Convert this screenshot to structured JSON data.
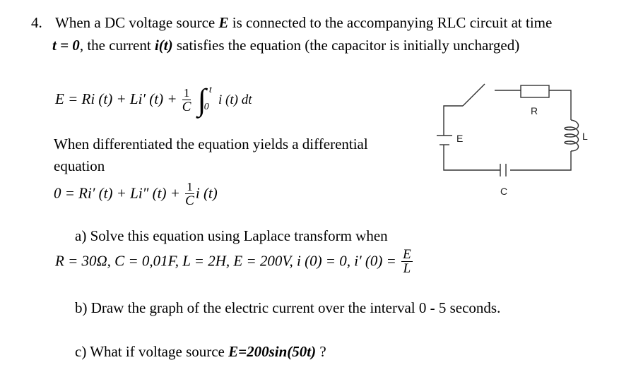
{
  "problem": {
    "number": "4.",
    "intro_line1_a": "When a DC voltage source ",
    "source_symbol": "E",
    "intro_line1_b": " is connected to the accompanying RLC circuit at time",
    "t_eq": "t = 0",
    "intro_line2_a": ", the current ",
    "current_symbol": "i(t)",
    "intro_line2_b": " satisfies the equation (the capacitor is initially uncharged)"
  },
  "equation1": {
    "lhs": "E = Ri (t) + Li′ (t) +",
    "frac_num": "1",
    "frac_den": "C",
    "integral": "∫",
    "upper_limit": "t",
    "lower_limit": "0",
    "integrand": "i (t) dt"
  },
  "differentiated_text": {
    "line1": "When differentiated the equation yields a differential",
    "line2": "equation"
  },
  "equation2": {
    "lhs": "0 = Ri′ (t) + Li″ (t) +",
    "frac_num": "1",
    "frac_den": "C",
    "rhs": "i (t)"
  },
  "part_a": {
    "label": "a)",
    "text": "Solve this equation using Laplace transform when",
    "values": "R = 30Ω, C = 0,01F, L = 2H, E = 200V, i (0) = 0, i′ (0) =",
    "frac_num": "E",
    "frac_den": "L"
  },
  "part_b": {
    "label": "b)",
    "text": "Draw the graph of the electric current over the interval 0 - 5 seconds."
  },
  "part_c": {
    "label": "c)",
    "text_a": "What if voltage source ",
    "expr": "E=200sin(50t)",
    "text_b": " ?"
  },
  "circuit": {
    "source_label": "E",
    "resistor_label": "R",
    "inductor_label": "L",
    "capacitor_label": "C"
  }
}
